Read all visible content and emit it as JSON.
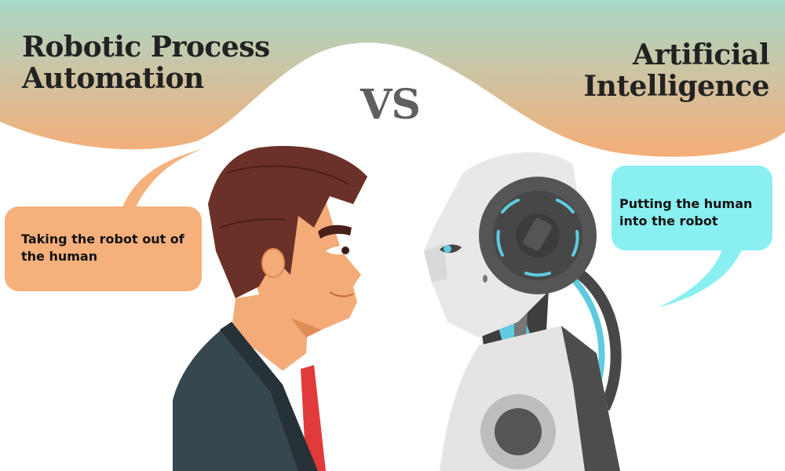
{
  "header": {
    "left_title_line1": "Robotic Process",
    "left_title_line2": "Automation",
    "vs_label": "VS",
    "right_title_line1": "Artificial",
    "right_title_line2": "Intelligence"
  },
  "bubbles": {
    "human": {
      "text": "Taking the robot out of the human",
      "color": "#f5b07c"
    },
    "robot": {
      "text": "Putting the human into the robot",
      "color": "#8aeff0"
    }
  },
  "figures": {
    "left": "businessman-profile",
    "right": "humanoid-robot-profile"
  },
  "colors": {
    "gradient_top": "#a8d8c8",
    "gradient_bottom": "#f6ad78",
    "title_text": "#222222",
    "vs_text": "#5f5f5f",
    "robot_accent": "#5ecbe0"
  }
}
